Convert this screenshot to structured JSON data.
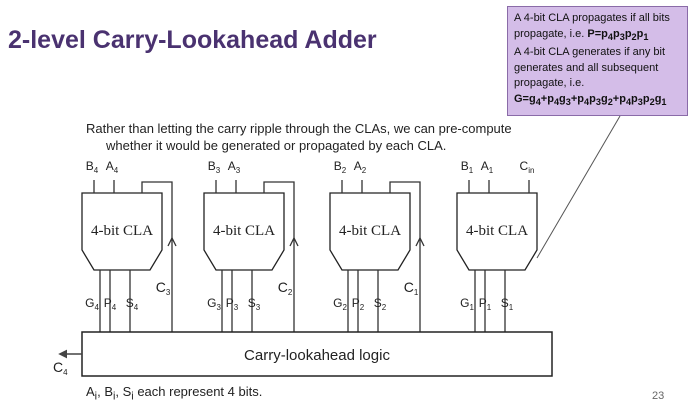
{
  "title": "2-level Carry-Lookahead Adder",
  "callout": {
    "line1": "A 4-bit CLA propagates if all bits propagate, i.e.",
    "p_formula": "P=p4p3p2p1",
    "line2": "A 4-bit CLA generates if any bit generates and all subsequent propagate, i.e.",
    "g_formula": "G=g4+p4g3+p4p3g2+p4p3p2g1"
  },
  "intro": {
    "line1": "Rather than letting the carry ripple through the CLAs, we can pre-compute",
    "line2": "whether it would be generated or propagated by each CLA."
  },
  "blocks": [
    {
      "label": "4-bit CLA",
      "inputs": [
        {
          "base": "B",
          "sub": "4"
        },
        {
          "base": "A",
          "sub": "4"
        }
      ],
      "outputs": [
        {
          "base": "G",
          "sub": "4"
        },
        {
          "base": "P",
          "sub": "4"
        },
        {
          "base": "S",
          "sub": "4"
        }
      ],
      "carry": {
        "base": "C",
        "sub": "3"
      }
    },
    {
      "label": "4-bit CLA",
      "inputs": [
        {
          "base": "B",
          "sub": "3"
        },
        {
          "base": "A",
          "sub": "3"
        }
      ],
      "outputs": [
        {
          "base": "G",
          "sub": "3"
        },
        {
          "base": "P",
          "sub": "3"
        },
        {
          "base": "S",
          "sub": "3"
        }
      ],
      "carry": {
        "base": "C",
        "sub": "2"
      }
    },
    {
      "label": "4-bit CLA",
      "inputs": [
        {
          "base": "B",
          "sub": "2"
        },
        {
          "base": "A",
          "sub": "2"
        }
      ],
      "outputs": [
        {
          "base": "G",
          "sub": "2"
        },
        {
          "base": "P",
          "sub": "2"
        },
        {
          "base": "S",
          "sub": "2"
        }
      ],
      "carry": {
        "base": "C",
        "sub": "1"
      }
    },
    {
      "label": "4-bit CLA",
      "inputs": [
        {
          "base": "B",
          "sub": "1"
        },
        {
          "base": "A",
          "sub": "1"
        },
        {
          "base": "C",
          "sub": "in"
        }
      ],
      "outputs": [
        {
          "base": "G",
          "sub": "1"
        },
        {
          "base": "P",
          "sub": "1"
        },
        {
          "base": "S",
          "sub": "1"
        }
      ]
    }
  ],
  "logic_label": "Carry-lookahead logic",
  "carry_out": {
    "base": "C",
    "sub": "4"
  },
  "footnote": {
    "a": "A",
    "b": "B",
    "s": "S",
    "i": "i",
    "text": " each represent 4 bits."
  },
  "page_number": "23"
}
